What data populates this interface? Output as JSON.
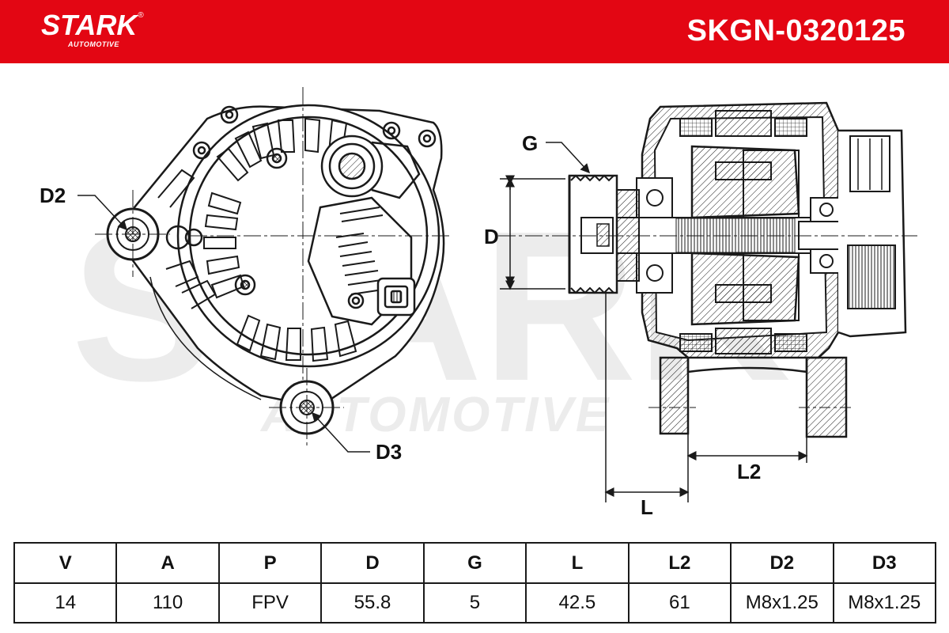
{
  "brand": {
    "name": "STARK",
    "registered": "®",
    "tagline": "AUTOMOTIVE",
    "watermark_main": "STARK",
    "watermark_sub": "AUTOMOTIVE"
  },
  "part_number": "SKGN-0320125",
  "colors": {
    "header_background": "#e30613",
    "header_text": "#ffffff",
    "line": "#1a1a1a",
    "watermark": "#ececec"
  },
  "drawing": {
    "labels": {
      "d2": "D2",
      "d3": "D3",
      "g": "G",
      "d": "D",
      "l": "L",
      "l2": "L2"
    }
  },
  "spec_table": {
    "headers": [
      "V",
      "A",
      "P",
      "D",
      "G",
      "L",
      "L2",
      "D2",
      "D3"
    ],
    "values": [
      "14",
      "110",
      "FPV",
      "55.8",
      "5",
      "42.5",
      "61",
      "M8x1.25",
      "M8x1.25"
    ]
  }
}
